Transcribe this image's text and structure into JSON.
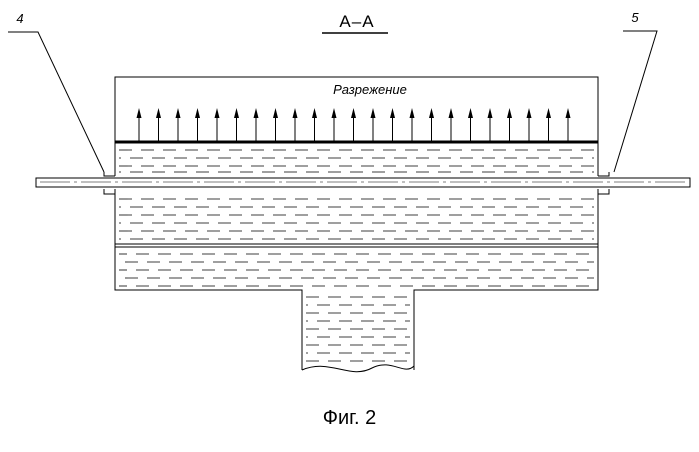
{
  "section_label": "A–A",
  "callouts": {
    "left": "4",
    "right": "5"
  },
  "vacuum_label": "Разрежение",
  "caption": "Фиг. 2",
  "colors": {
    "line": "#000000",
    "background": "#ffffff"
  }
}
